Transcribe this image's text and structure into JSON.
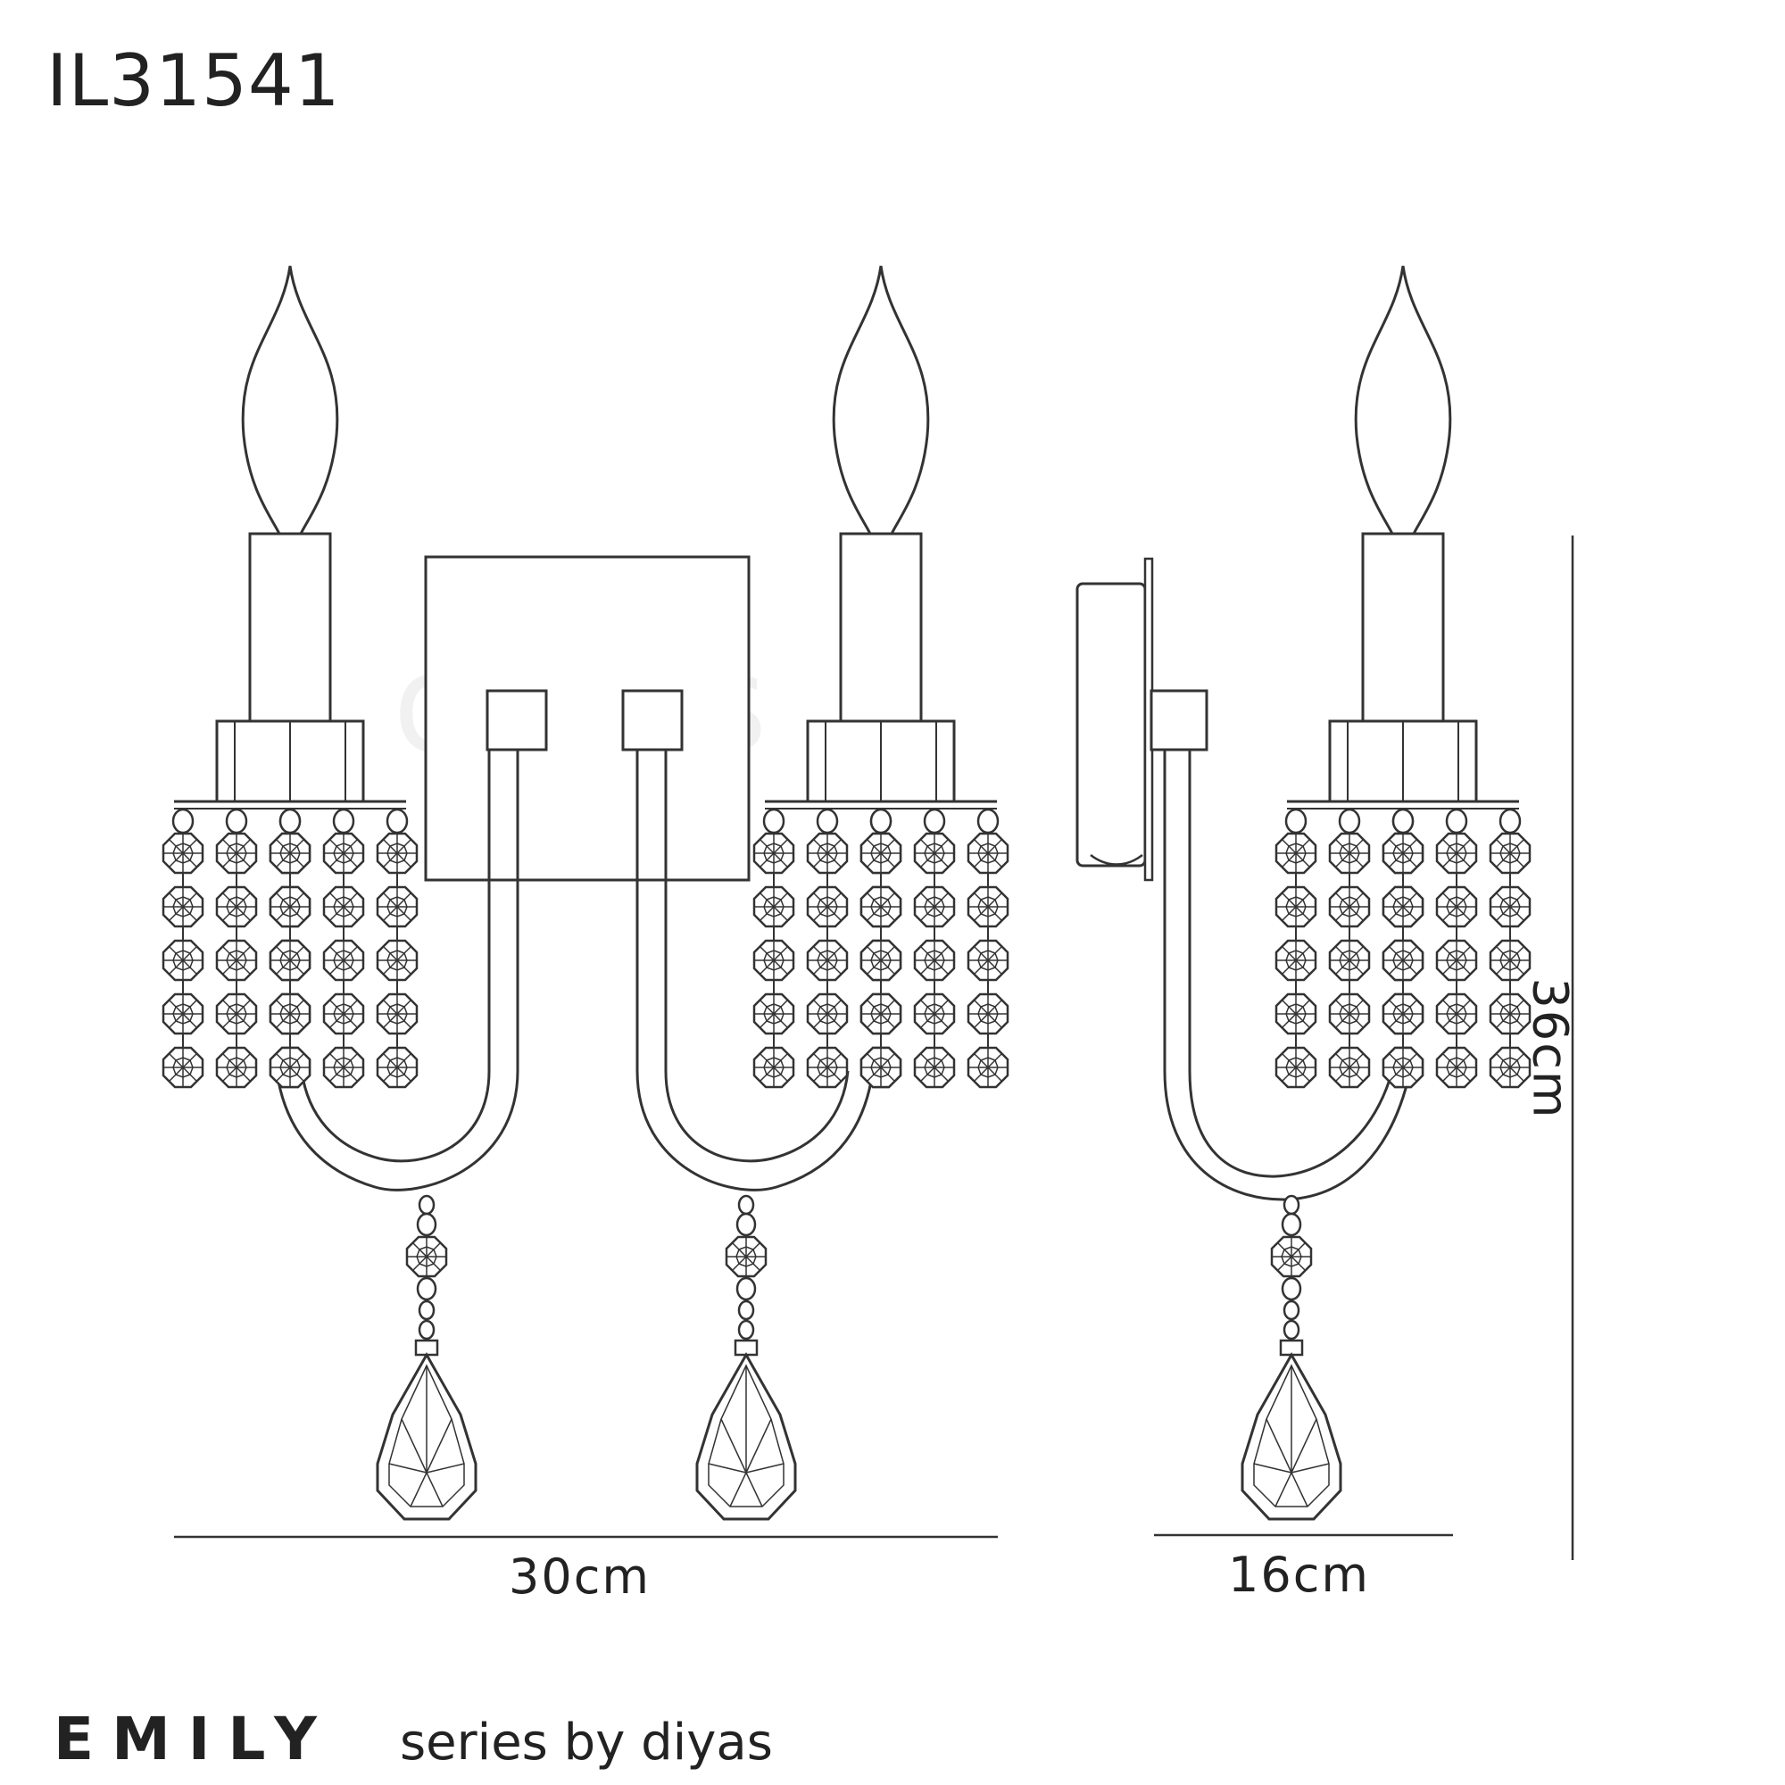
{
  "product_code": "IL31541",
  "dimensions": {
    "width": "30cm",
    "depth": "16cm",
    "height": "36cm"
  },
  "footer": {
    "brand": "EMILY",
    "series_text": "series by diyas"
  },
  "watermark": "diyas"
}
